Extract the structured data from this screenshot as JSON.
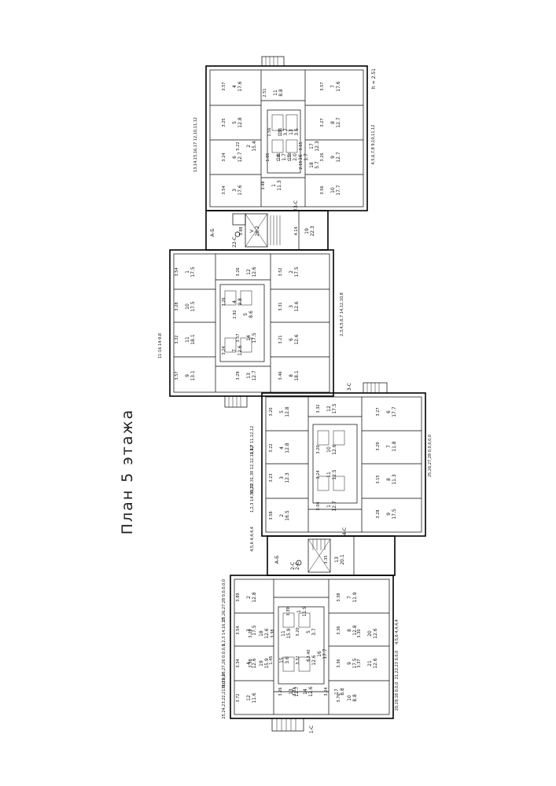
{
  "title": "План 5 этажа",
  "height_note": "h = 2.51",
  "wing_labels": {
    "w1_left": "13,14,15,16,17 12,10,11,12",
    "w1_right": "4,5,6,7,8 9,10,11,12",
    "w2_left": "11-16 14-9,8",
    "w2_right": "2,3,4,5,6,7 14,12,10,8",
    "w3_left": "33,32,31,30 12,12,12,12",
    "w3_mid": "9,8,7 11,12,12",
    "w3_right": "25,26,27,28 0,0,0,0,0",
    "w3_top": "1,2,3 14,16,17",
    "w3_bot": "4,5,6 4,4,4,4",
    "w4_top": "25,26,27,28 0,0,0,0,0",
    "w4_r1": "1,2,3 14,16,17",
    "w4_r2": "4,5,6 4,4,4,4",
    "w4_r3": "21,22,23 0,0,0",
    "w4_b1": "30,29,28,27,26 0,0,0,0",
    "w4_b2": "25,24,23,22,21 0,0,0,0",
    "w4_b3": "20,19,18 0,0,0"
  },
  "axes": [
    "А-Б",
    "22-С",
    "23-С",
    "А-Б",
    "3-С",
    "2-С",
    "4-С",
    "1-С",
    "2-С"
  ],
  "rooms": [
    {
      "n": "4",
      "a": "17.6",
      "d": "3.57"
    },
    {
      "n": "5",
      "a": "12.8",
      "d": "3.25"
    },
    {
      "n": "6",
      "a": "12.7",
      "d": "3.24"
    },
    {
      "n": "7",
      "a": "17.6",
      "d": "3.57"
    },
    {
      "n": "8",
      "a": "12.7",
      "d": "3.27"
    },
    {
      "n": "9",
      "a": "12.7",
      "d": "3.26"
    },
    {
      "n": "10",
      "a": "17.7",
      "d": "3.56"
    },
    {
      "n": "3",
      "a": "17.6",
      "d": "3.54"
    },
    {
      "n": "2",
      "a": "15.4",
      "d": "5.22"
    },
    {
      "n": "1",
      "a": "11.3",
      "d": "3.48"
    },
    {
      "n": "11",
      "a": "8.8",
      "d": "2.51"
    },
    {
      "n": "12",
      "a": "3.7",
      "d": "1.56"
    },
    {
      "n": "13",
      "a": "3.6",
      "d": "1.51"
    },
    {
      "n": "14",
      "a": "1.7",
      "d": "1.05"
    },
    {
      "n": "15",
      "a": "2.0",
      "d": "1.11"
    },
    {
      "n": "16",
      "a": "1.7",
      "d": "1.10"
    },
    {
      "n": "17",
      "a": "12.3",
      "d": "3.15"
    },
    {
      "n": "18",
      "a": "5.7",
      "d": "2.15"
    },
    {
      "n": "19",
      "a": "22.3",
      "d": "4.14"
    },
    {
      "n": "V",
      "a": "26.2",
      "d": "3.88"
    },
    {
      "n": "1",
      "a": "17.5",
      "d": "3.54"
    },
    {
      "n": "2",
      "a": "17.5",
      "d": "3.52"
    },
    {
      "n": "3",
      "a": "12.6",
      "d": "3.31"
    },
    {
      "n": "4",
      "a": "9.8",
      "d": "3.26"
    },
    {
      "n": "5",
      "a": "8.6",
      "d": "2.92"
    },
    {
      "n": "6",
      "a": "12.6",
      "d": "3.21"
    },
    {
      "n": "7",
      "a": "12.6",
      "d": "3.24"
    },
    {
      "n": "8",
      "a": "18.1",
      "d": "3.46"
    },
    {
      "n": "9",
      "a": "13.1",
      "d": "3.57"
    },
    {
      "n": "10",
      "a": "17.5",
      "d": "3.28"
    },
    {
      "n": "11",
      "a": "18.1",
      "d": "3.32"
    },
    {
      "n": "12",
      "a": "12.6",
      "d": "3.26"
    },
    {
      "n": "13",
      "a": "12.7",
      "d": "3.29"
    },
    {
      "n": "14",
      "a": "17.5",
      "d": "3.57"
    },
    {
      "n": "1",
      "a": "12.7",
      "d": "3.04"
    },
    {
      "n": "2",
      "a": "16.5",
      "d": "3.58"
    },
    {
      "n": "3",
      "a": "12.3",
      "d": "3.23"
    },
    {
      "n": "4",
      "a": "12.8",
      "d": "3.22"
    },
    {
      "n": "5",
      "a": "12.8",
      "d": "3.20"
    },
    {
      "n": "6",
      "a": "17.7",
      "d": "3.27"
    },
    {
      "n": "7",
      "a": "11.8",
      "d": "3.29"
    },
    {
      "n": "8",
      "a": "11.3",
      "d": "3.15"
    },
    {
      "n": "9",
      "a": "17.5",
      "d": "3.28"
    },
    {
      "n": "10",
      "a": "12.6",
      "d": "3.20"
    },
    {
      "n": "11",
      "a": "12.5",
      "d": "3.24"
    },
    {
      "n": "12",
      "a": "17.5",
      "d": "3.32"
    },
    {
      "n": "13",
      "a": "20.1",
      "d": "3.35"
    },
    {
      "n": "1",
      "a": "11.9",
      "d": "3.39"
    },
    {
      "n": "2",
      "a": "12.8",
      "d": "3.89"
    },
    {
      "n": "3",
      "a": "17.5",
      "d": "3.54"
    },
    {
      "n": "4",
      "a": "12.6",
      "d": "3.34"
    },
    {
      "n": "5",
      "a": "3.7",
      "d": "3.20"
    },
    {
      "n": "6",
      "a": "12.6",
      "d": "3.32"
    },
    {
      "n": "7",
      "a": "11.9",
      "d": "3.38"
    },
    {
      "n": "8",
      "a": "12.8",
      "d": "3.36"
    },
    {
      "n": "9",
      "a": "17.5",
      "d": "3.36"
    },
    {
      "n": "10",
      "a": "8.8",
      "d": "3.76"
    },
    {
      "n": "11",
      "a": "15.9",
      "d": "3.38"
    },
    {
      "n": "12",
      "a": "11.6",
      "d": "3.72"
    },
    {
      "n": "13",
      "a": "12.7",
      "d": "3.26"
    },
    {
      "n": "14",
      "a": "12.6",
      "d": "3.33"
    },
    {
      "n": "15",
      "a": "3.6",
      "d": "1.45"
    },
    {
      "n": "16",
      "a": "17.7",
      "d": "3.40"
    },
    {
      "n": "17",
      "a": "8.8",
      "d": "3.24"
    },
    {
      "n": "18",
      "a": "12.6",
      "d": "3.29"
    },
    {
      "n": "19",
      "a": "15.9",
      "d": "3.38"
    },
    {
      "n": "20",
      "a": "12.6",
      "d": "3.30"
    },
    {
      "n": "21",
      "a": "12.6",
      "d": "3.37"
    }
  ]
}
